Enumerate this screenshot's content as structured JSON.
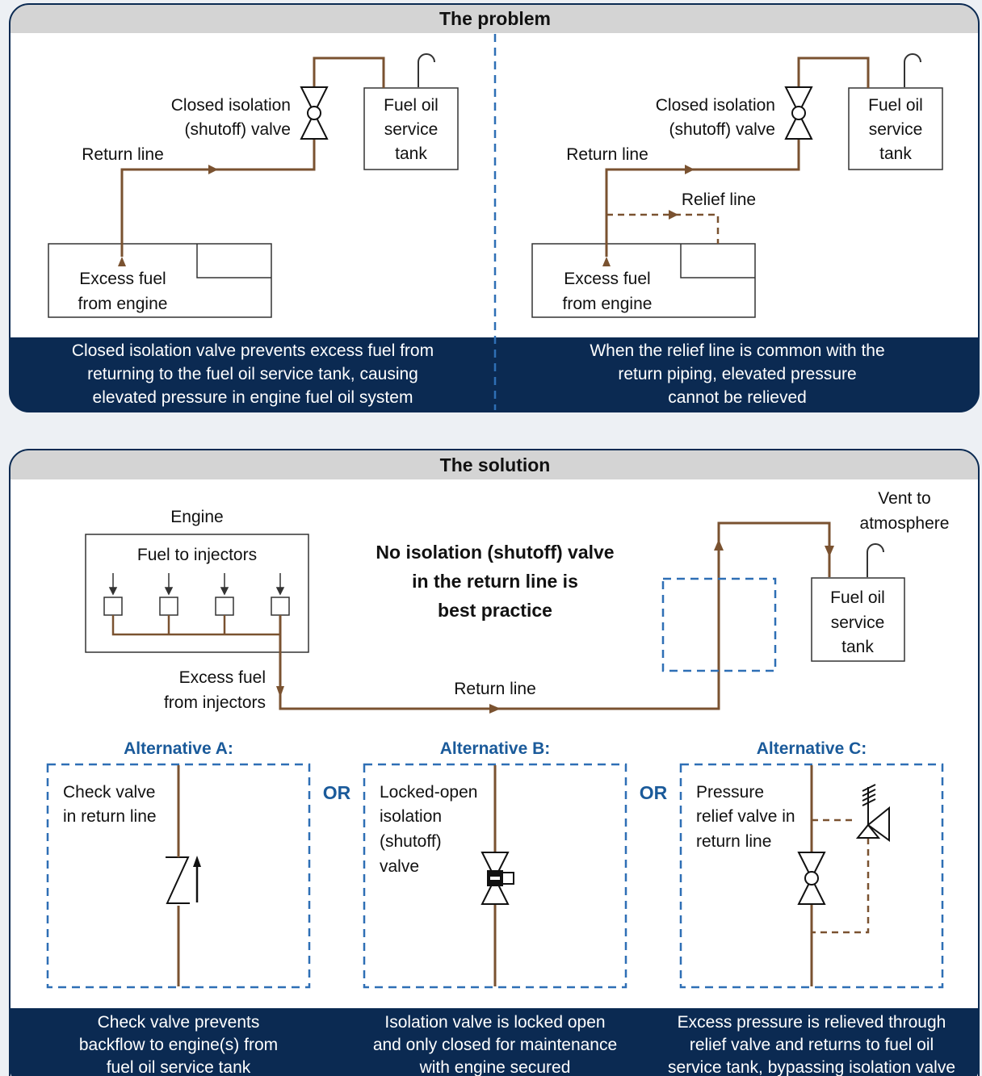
{
  "colors": {
    "pipe": "#7a5230",
    "navy": "#0b2a52",
    "blue_dash": "#2e6fb5",
    "header": "#d4d4d4",
    "accent_text": "#1a5a9a"
  },
  "problem": {
    "header": "The problem",
    "left": {
      "valve_label": [
        "Closed isolation",
        "(shutoff) valve"
      ],
      "return_line": "Return line",
      "tank": [
        "Fuel oil",
        "service",
        "tank"
      ],
      "engine": [
        "Excess fuel",
        "from engine"
      ],
      "caption": [
        "Closed isolation valve prevents excess fuel from",
        "returning to the fuel oil service tank, causing",
        "elevated pressure in engine fuel oil system"
      ]
    },
    "right": {
      "valve_label": [
        "Closed isolation",
        "(shutoff) valve"
      ],
      "return_line": "Return line",
      "relief_line": "Relief line",
      "tank": [
        "Fuel oil",
        "service",
        "tank"
      ],
      "engine": [
        "Excess fuel",
        "from engine"
      ],
      "caption": [
        "When the relief line is common with the",
        "return piping, elevated pressure",
        "cannot be relieved"
      ]
    }
  },
  "solution": {
    "header": "The solution",
    "engine_label": "Engine",
    "injectors_label": "Fuel to injectors",
    "excess_label": [
      "Excess fuel",
      "from injectors"
    ],
    "return_line": "Return line",
    "best_practice": [
      "No isolation (shutoff) valve",
      "in the return line is",
      "best practice"
    ],
    "vent": [
      "Vent to",
      "atmosphere"
    ],
    "tank": [
      "Fuel oil",
      "service",
      "tank"
    ],
    "or_label": "OR",
    "alternatives": [
      {
        "title": "Alternative A:",
        "label": [
          "Check valve",
          "in return line"
        ],
        "caption": [
          "Check valve prevents",
          "backflow to engine(s) from",
          "fuel oil service tank"
        ]
      },
      {
        "title": "Alternative B:",
        "label": [
          "Locked-open",
          "isolation",
          "(shutoff)",
          "valve"
        ],
        "caption": [
          "Isolation valve is locked open",
          "and only closed for maintenance",
          "with engine secured"
        ]
      },
      {
        "title": "Alternative C:",
        "label": [
          "Pressure",
          "relief valve in",
          "return line"
        ],
        "caption": [
          "Excess pressure is relieved through",
          "relief valve and returns to fuel oil",
          "service tank, bypassing isolation valve"
        ]
      }
    ]
  }
}
